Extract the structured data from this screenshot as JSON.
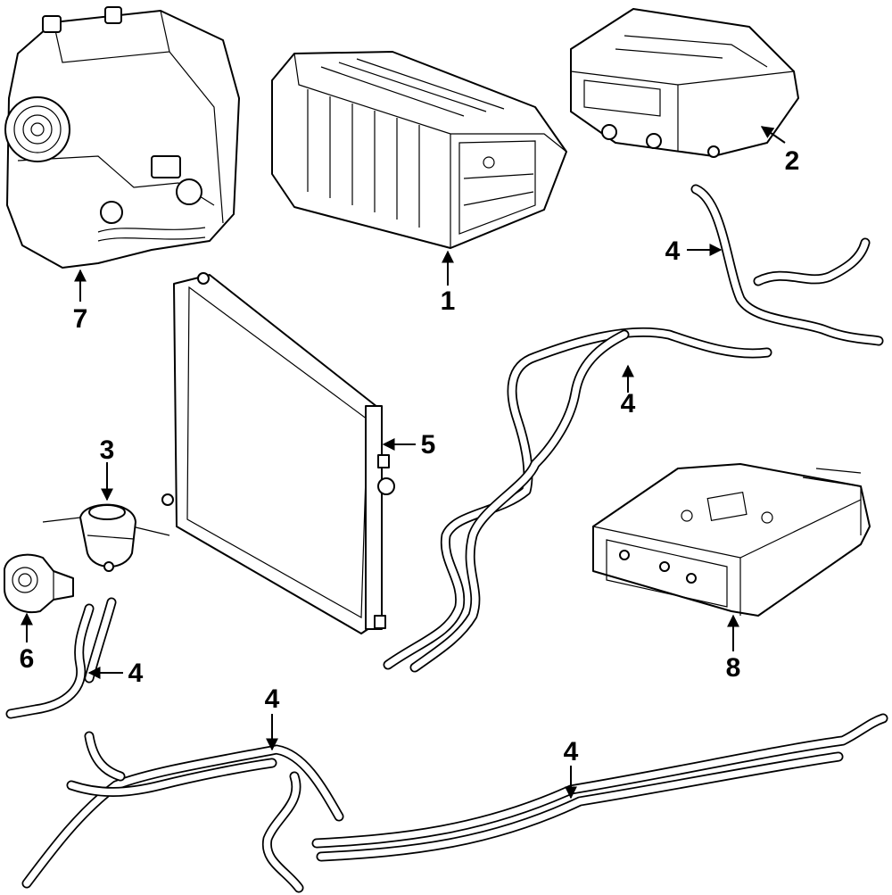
{
  "diagram": {
    "callouts": {
      "c1": "1",
      "c2": "2",
      "c3": "3",
      "c4a": "4",
      "c4b": "4",
      "c4c": "4",
      "c4d": "4",
      "c4e": "4",
      "c5": "5",
      "c6": "6",
      "c7": "7",
      "c8": "8"
    },
    "colors": {
      "line": "#000000",
      "background": "#ffffff"
    }
  }
}
